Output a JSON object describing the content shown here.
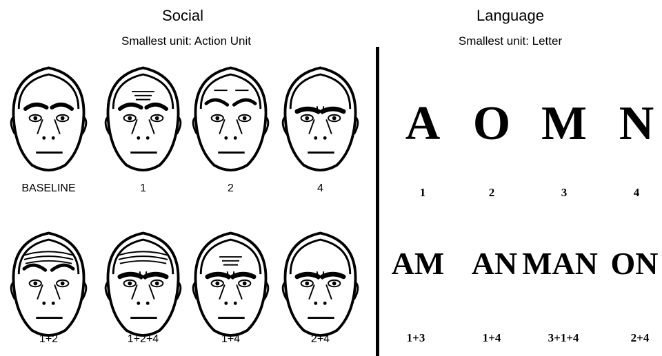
{
  "social": {
    "title": "Social",
    "subtitle": "Smallest unit: Action Unit",
    "faces": [
      {
        "label": "BASELINE",
        "brow": "none"
      },
      {
        "label": "1",
        "brow": "inner"
      },
      {
        "label": "2",
        "brow": "outer"
      },
      {
        "label": "4",
        "brow": "lower"
      },
      {
        "label": "1+2",
        "brow": "full"
      },
      {
        "label": "1+2+4",
        "brow": "fulllower"
      },
      {
        "label": "1+4",
        "brow": "innerlower"
      },
      {
        "label": "2+4",
        "brow": "outerlower"
      }
    ]
  },
  "language": {
    "title": "Language",
    "subtitle": "Smallest unit: Letter",
    "letters": [
      {
        "text": "A",
        "code": "1"
      },
      {
        "text": "O",
        "code": "2"
      },
      {
        "text": "M",
        "code": "3"
      },
      {
        "text": "N",
        "code": "4"
      }
    ],
    "words": [
      {
        "text": "AM",
        "code": "1+3"
      },
      {
        "text": "AN",
        "code": "1+4"
      },
      {
        "text": "MAN",
        "code": "3+1+4"
      },
      {
        "text": "ON",
        "code": "2+4"
      }
    ]
  }
}
